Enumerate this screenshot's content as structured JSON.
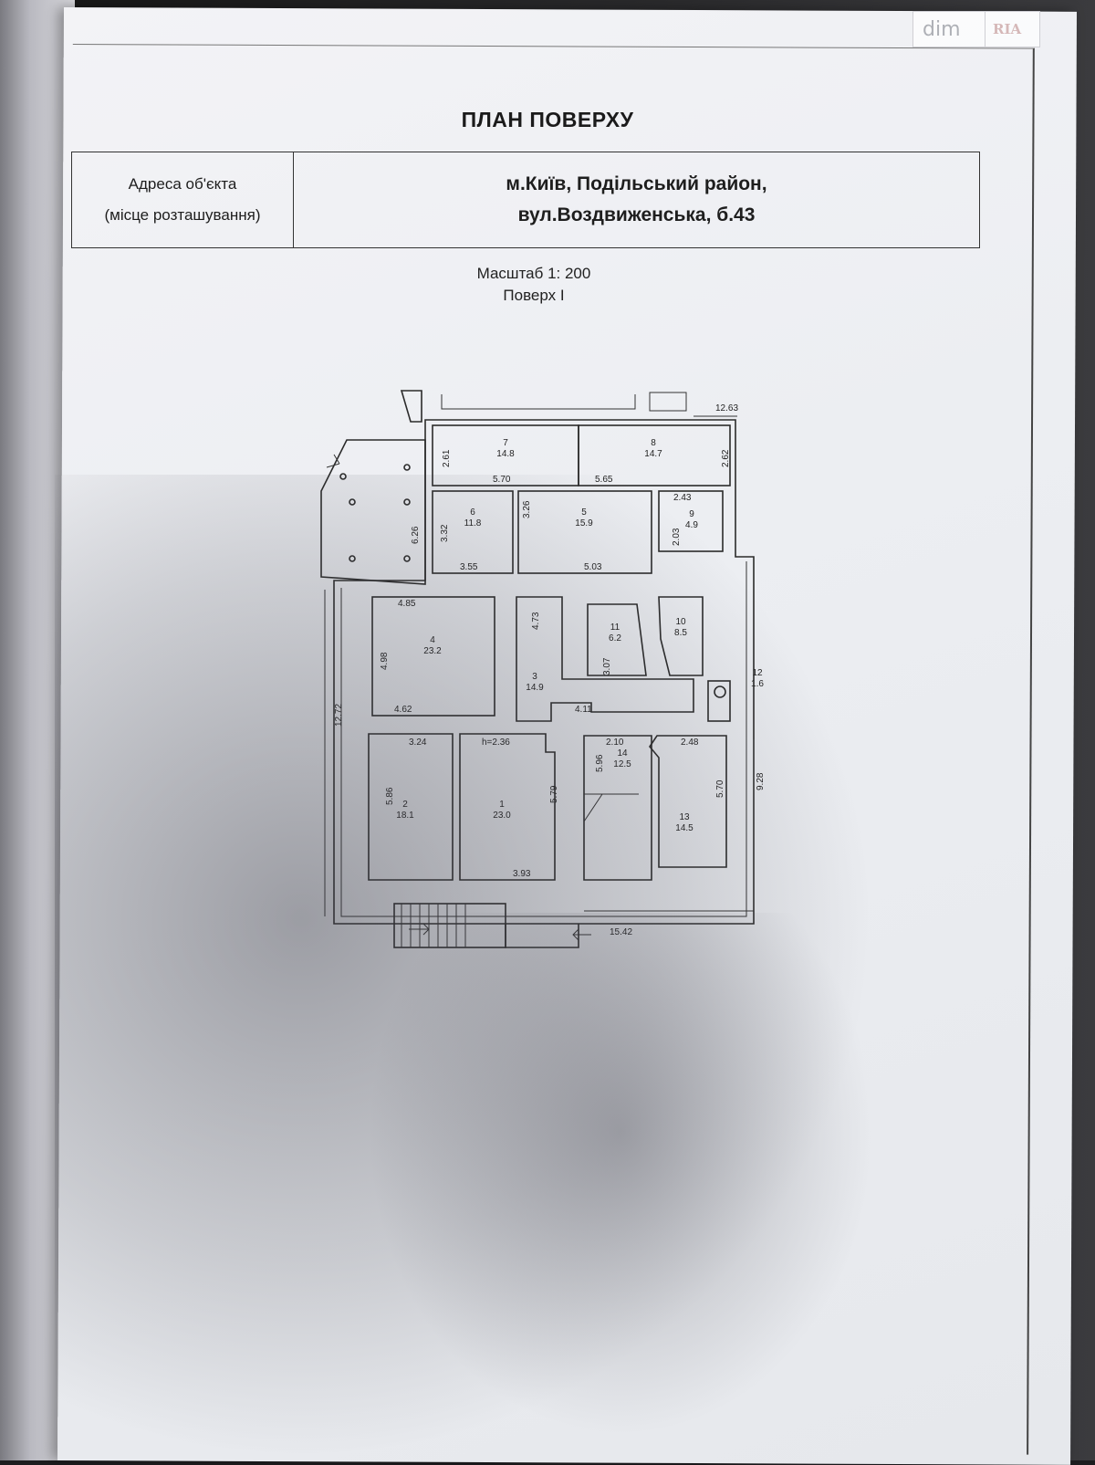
{
  "document": {
    "title": "ПЛАН ПОВЕРХУ",
    "address_label_1": "Адреса об'єкта",
    "address_label_2": "(місце розташування)",
    "address_value_1": "м.Київ, Подільський район,",
    "address_value_2": "вул.Воздвиженська, б.43",
    "scale": "Масштаб 1: 200",
    "floor": "Поверх I"
  },
  "watermark": {
    "brand_left": "dim",
    "brand_right": "RIA"
  },
  "plan": {
    "rooms": [
      {
        "number": "1",
        "area": "23.0"
      },
      {
        "number": "2",
        "area": "18.1"
      },
      {
        "number": "3",
        "area": "14.9"
      },
      {
        "number": "4",
        "area": "23.2"
      },
      {
        "number": "5",
        "area": "15.9"
      },
      {
        "number": "6",
        "area": "11.8"
      },
      {
        "number": "7",
        "area": "14.8"
      },
      {
        "number": "8",
        "area": "14.7"
      },
      {
        "number": "9",
        "area": "4.9"
      },
      {
        "number": "10",
        "area": "8.5"
      },
      {
        "number": "11",
        "area": "6.2"
      },
      {
        "number": "12",
        "area": "1.6"
      },
      {
        "number": "13",
        "area": "14.5"
      },
      {
        "number": "14",
        "area": "12.5"
      }
    ],
    "dimensions": [
      "12.63",
      "2.61",
      "5.70",
      "2.62",
      "5.65",
      "6.26",
      "3.32",
      "3.55",
      "3.26",
      "5.03",
      "2.43",
      "2.03",
      "4.85",
      "4.73",
      "4.98",
      "4.62",
      "3.07",
      "4.11",
      "3.24",
      "h=2.36",
      "2.10",
      "2.48",
      "5.96",
      "5.86",
      "5.79",
      "5.70",
      "3.93",
      "9.28",
      "12.72",
      "15.42"
    ]
  }
}
